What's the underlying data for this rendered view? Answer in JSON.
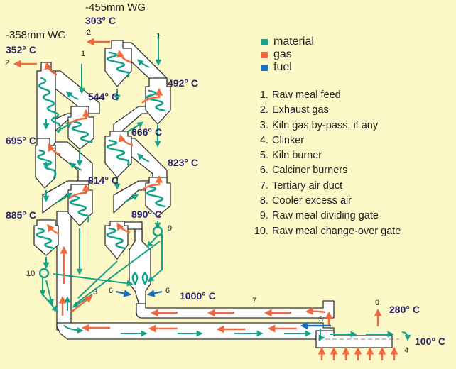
{
  "colors": {
    "background": "#fdf8c8",
    "material": "#17a28a",
    "gas": "#f26a3c",
    "fuel": "#1572c0",
    "duct": "#ffffff",
    "outline": "#333333",
    "temperature_text": "#2a2470"
  },
  "legend": [
    {
      "key": "material",
      "label": "material",
      "color": "#17a28a"
    },
    {
      "key": "gas",
      "label": "gas",
      "color": "#f26a3c"
    },
    {
      "key": "fuel",
      "label": "fuel",
      "color": "#1572c0"
    }
  ],
  "key_list": [
    {
      "num": "1.",
      "label": "Raw meal feed"
    },
    {
      "num": "2.",
      "label": "Exhaust gas"
    },
    {
      "num": "3.",
      "label": "Kiln gas by-pass, if any"
    },
    {
      "num": "4.",
      "label": "Clinker"
    },
    {
      "num": "5.",
      "label": "Kiln burner"
    },
    {
      "num": "6.",
      "label": "Calciner burners"
    },
    {
      "num": "7.",
      "label": "Tertiary air duct"
    },
    {
      "num": "8.",
      "label": "Cooler excess air"
    },
    {
      "num": "9.",
      "label": "Raw meal dividing gate"
    },
    {
      "num": "10.",
      "label": "Raw meal change-over gate"
    }
  ],
  "pressures": {
    "left_string": "-358mm WG",
    "right_string": "-455mm WG"
  },
  "temperatures": {
    "left_exhaust": "352° C",
    "right_exhaust": "303° C",
    "left_stage2": "544° C",
    "left_stage3": "695° C",
    "left_stage4": "814° C",
    "left_stage5": "885° C",
    "right_stage2": "492° C",
    "right_stage3": "666° C",
    "right_stage4": "823° C",
    "right_stage5": "890° C",
    "kiln_inlet": "1000° C",
    "cooler_excess_air": "280° C",
    "clinker_out": "100° C"
  },
  "callouts": {
    "n1": "1",
    "n2": "2",
    "n3": "3",
    "n4": "4",
    "n5": "5",
    "n6": "6",
    "n7": "7",
    "n8": "8",
    "n9": "9",
    "n10": "10"
  }
}
